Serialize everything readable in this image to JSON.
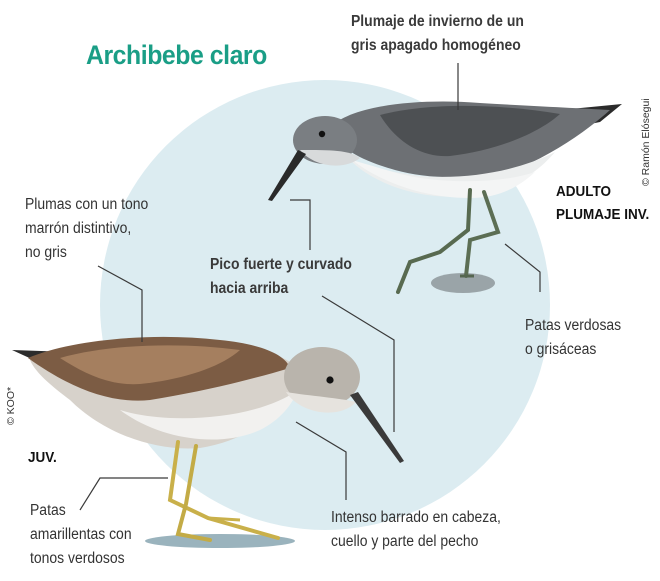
{
  "title": "Archibebe claro",
  "labels": {
    "winter_plumage": "Plumaje de invierno de un\ngris apagado homogéneo",
    "brown_feathers": "Plumas con un tono\nmarrón distintivo,\nno gris",
    "bill": "Pico fuerte y curvado\nhacia arriba",
    "green_legs": "Patas verdosas\no grisáceas",
    "yellow_legs": "Patas\namarillentas con\ntonos verdosos",
    "head_barring": "Intenso barrado en cabeza,\ncuello y parte del pecho"
  },
  "tags": {
    "adult": "ADULTO\nPLUMAJE INV.",
    "juvenile": "JUV."
  },
  "credits": {
    "adult_photo": "© Ramón Elósegui",
    "juvenile_photo": "© KOO*"
  },
  "colors": {
    "title": "#1a9e86",
    "background_circle": "#dcecf1"
  }
}
